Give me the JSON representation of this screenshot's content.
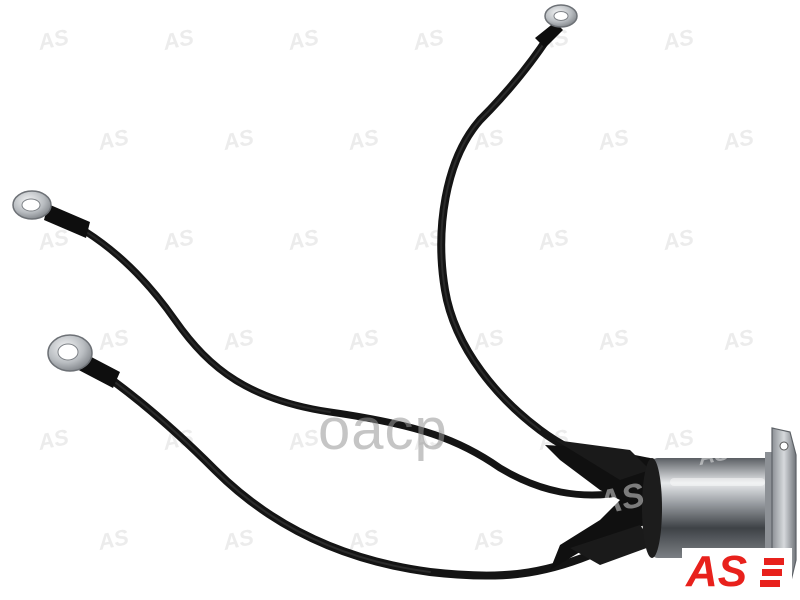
{
  "watermark": {
    "site_text": "oacp",
    "tile_text": "AS",
    "tile_color": "#d8d8d8"
  },
  "brand": {
    "logo_text": "AS",
    "logo_color": "#e8211c"
  },
  "product": {
    "cable_color": "#141414",
    "terminal_color": "#b8bcc0",
    "housing_color": "#a9adb2"
  }
}
